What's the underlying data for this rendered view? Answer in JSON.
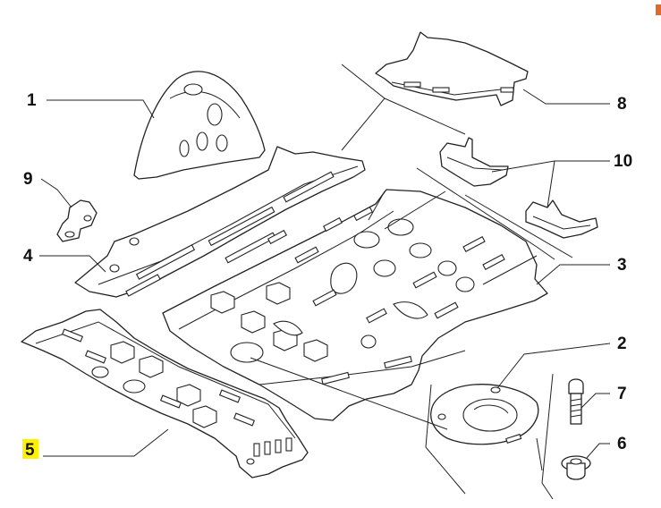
{
  "diagram": {
    "highlight_color": "#fff200",
    "corner_mark_color": "#e06a2c",
    "callouts": {
      "c1": "1",
      "c2": "2",
      "c3": "3",
      "c4": "4",
      "c5": "5",
      "c6": "6",
      "c7": "7",
      "c8": "8",
      "c9": "9",
      "c10": "10"
    },
    "highlighted_callout": "5"
  }
}
